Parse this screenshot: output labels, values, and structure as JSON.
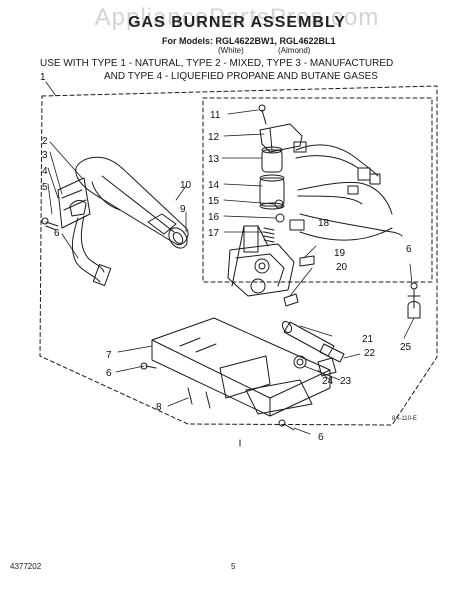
{
  "watermark": "AppliancePartsPros.com",
  "title": "GAS BURNER ASSEMBLY",
  "models_line": "For Models: RGL4622BW1, RGL4622BL1",
  "variant_white": "(White)",
  "variant_almond": "(Almond)",
  "use_line_1": "USE WITH TYPE 1 - NATURAL, TYPE 2 - MIXED, TYPE 3 - MANUFACTURED",
  "use_line_2": "AND TYPE 4 - LIQUEFIED PROPANE AND BUTANE GASES",
  "diagram_ref": "8A-110-E",
  "doc_number": "4377202",
  "page_number": "5",
  "callouts": {
    "c1": "1",
    "c2": "2",
    "c3": "3",
    "c4": "4",
    "c5": "5",
    "c6a": "6",
    "c6b": "6",
    "c6c": "6",
    "c6d": "6",
    "c7": "7",
    "c8": "8",
    "c9": "9",
    "c10": "10",
    "c11": "11",
    "c12": "12",
    "c13": "13",
    "c14": "14",
    "c15": "15",
    "c16": "16",
    "c17": "17",
    "c18": "18",
    "c19": "19",
    "c20": "20",
    "c21": "21",
    "c22": "22",
    "c23": "23",
    "c24": "24",
    "c25": "25"
  },
  "colors": {
    "ink": "#1a1a1a",
    "watermark": "#8c8c8c"
  }
}
